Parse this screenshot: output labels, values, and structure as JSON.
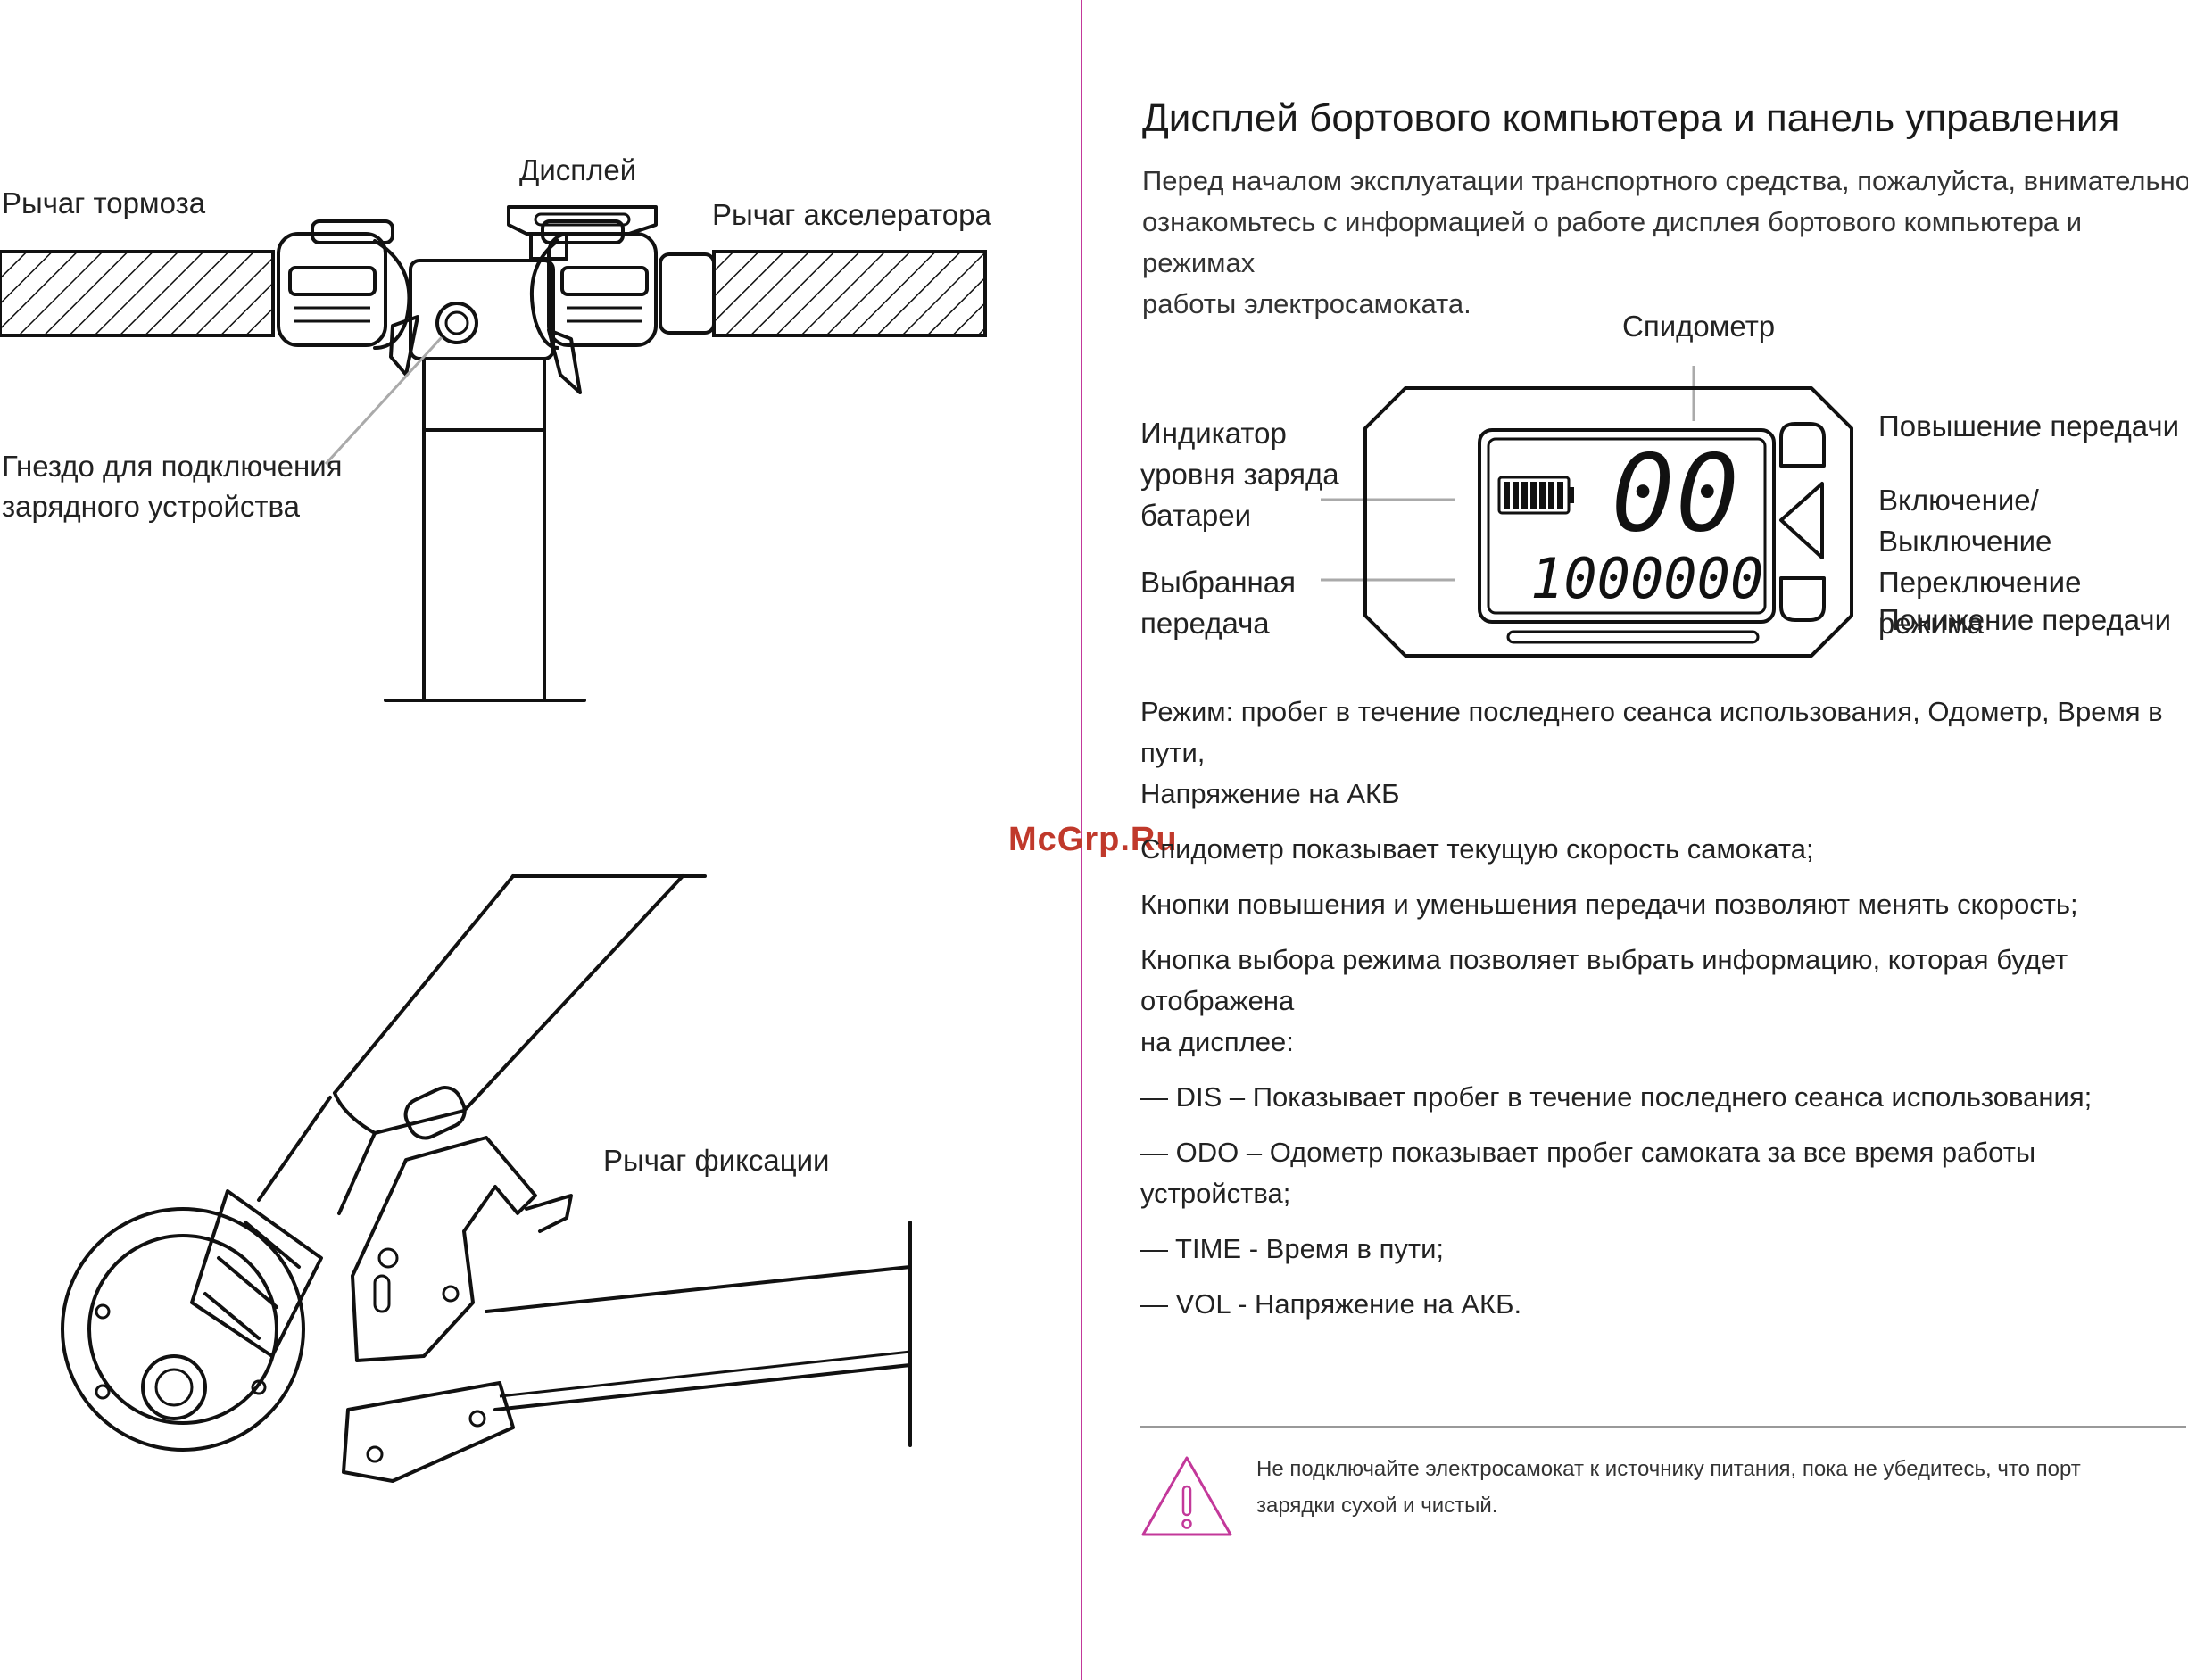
{
  "colors": {
    "accent": "#c3389a",
    "watermark": "#c0392b",
    "text": "#1a1a1a",
    "leader": "#aaaaaa"
  },
  "left": {
    "labels": {
      "brake": "Рычаг тормоза",
      "display": "Дисплей",
      "accelerator": "Рычаг акселератора",
      "socket_1": "Гнездо для подключения",
      "socket_2": "зарядного устройства",
      "lock": "Рычаг фиксации"
    }
  },
  "watermark": "McGrp.Ru",
  "right": {
    "title": "Дисплей бортового компьютера и панель управления",
    "intro": [
      "Перед началом эксплуатации транспортного средства, пожалуйста, внимательно",
      "ознакомьтесь с информацией о работе дисплея бортового компьютера и режимах",
      "работы электросамоката."
    ],
    "diagram": {
      "speedometer": "Спидометр",
      "battery": [
        "Индикатор",
        "уровня заряда",
        "батареи"
      ],
      "gear": [
        "Выбранная",
        "передача"
      ],
      "up": "Повышение передачи",
      "power": [
        "Включение/Выключение",
        "Переключение режима"
      ],
      "down": "Понижение передачи",
      "lcd_speed": "00",
      "lcd_odo": "1000000",
      "battery_cells": 7
    },
    "paragraphs": [
      [
        "Режим: пробег в течение последнего сеанса использования, Одометр, Время в пути,",
        "Напряжение на АКБ"
      ],
      [
        "Спидометр показывает текущую скорость самоката;"
      ],
      [
        "Кнопки повышения и уменьшения передачи позволяют менять скорость;"
      ],
      [
        "Кнопка выбора режима позволяет выбрать информацию, которая будет отображена",
        "на дисплее:"
      ],
      [
        "— DIS – Показывает пробег в течение последнего сеанса использования;"
      ],
      [
        "— ODO – Одометр показывает пробег самоката за все время работы",
        "устройства;"
      ],
      [
        "— TIME - Время в пути;"
      ],
      [
        "— VOL - Напряжение на АКБ."
      ]
    ],
    "warning": [
      "Не подключайте электросамокат к источнику питания, пока не убедитесь, что порт",
      "зарядки сухой и чистый."
    ]
  }
}
